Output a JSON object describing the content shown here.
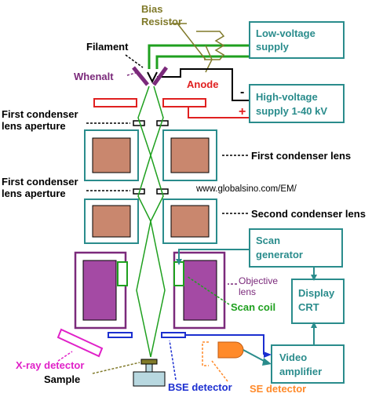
{
  "labels": {
    "bias_resistor_1": "Bias",
    "bias_resistor_2": "Resistor",
    "filament": "Filament",
    "whenalt": "Whenalt",
    "anode": "Anode",
    "first_condenser_aperture_1": "First condenser",
    "first_condenser_aperture_1b": "lens aperture",
    "first_condenser_aperture_2": "First condenser",
    "first_condenser_aperture_2b": "lens aperture",
    "first_condenser_lens": "First condenser lens",
    "second_condenser_lens": "Second condenser lens",
    "website": "www.globalsino.com/EM/",
    "objective_lens_1": "Objective",
    "objective_lens_2": "lens",
    "scan_coil": "Scan coil",
    "xray_detector": "X-ray detector",
    "sample": "Sample",
    "bse_detector": "BSE detector",
    "se_detector": "SE detector"
  },
  "boxes": {
    "low_voltage_1": "Low-voltage",
    "low_voltage_2": "supply",
    "high_voltage_1": "High-voltage",
    "high_voltage_2": "supply 1-40 kV",
    "scan_gen_1": "Scan",
    "scan_gen_2": "generator",
    "display_1": "Display",
    "display_2": "CRT",
    "video_1": "Video",
    "video_2": "amplifier"
  },
  "symbols": {
    "minus": "-",
    "plus": "+"
  },
  "colors": {
    "teal": "#2a8c8c",
    "green": "#1fa01f",
    "purple": "#7b2a7b",
    "lens_fill": "#c9876e",
    "red": "#e02020",
    "blue": "#1c2fd0",
    "orange": "#ff8a2a",
    "olive": "#807a2a",
    "gray_stage": "#b8d8e0"
  }
}
